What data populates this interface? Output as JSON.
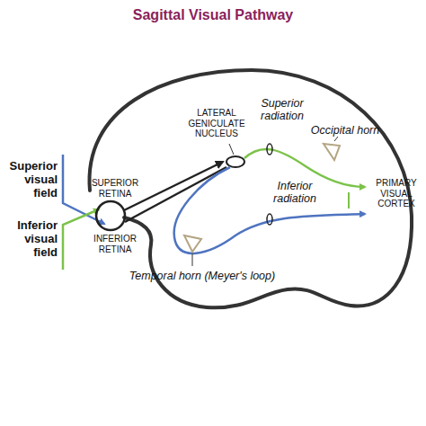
{
  "diagram": {
    "title": "Sagittal Visual Pathway",
    "labels": [
      "Superior visual field",
      "Inferior visual field",
      "SUPERIOR RETINA",
      "INFERIOR RETINA",
      "LATERAL GENICULATE NUCLEUS",
      "Superior radiation",
      "Occipital horn",
      "Inferior radiation",
      "PRIMARY VISUAL CORTEX",
      "Temporal horn (Meyer's loop)"
    ]
  }
}
